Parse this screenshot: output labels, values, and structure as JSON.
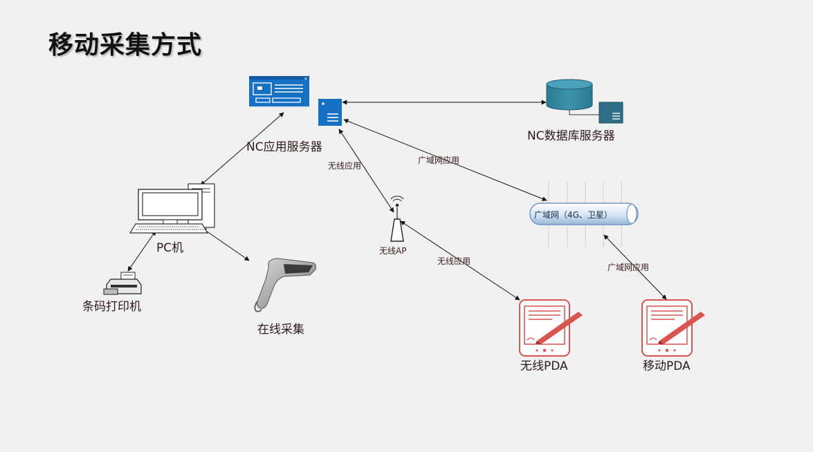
{
  "page_title": "移动采集方式",
  "nodes": {
    "nc_app_server": "NC应用服务器",
    "nc_db_server": "NC数据库服务器",
    "pc": "PC机",
    "barcode_printer": "条码打印机",
    "online_collect": "在线采集",
    "wireless_ap": "无线AP",
    "wan": "广域网（4G、卫星）",
    "wireless_pda": "无线PDA",
    "mobile_pda": "移动PDA"
  },
  "edge_labels": {
    "server_to_ap": "无线应用",
    "server_to_wan": "广域网应用",
    "ap_to_pda": "无线应用",
    "wan_to_pda": "广域网应用"
  },
  "colors": {
    "server_blue": "#1670c4",
    "db_teal": "#2f7f96",
    "pda_red": "#d9534f",
    "arrow": "#111111"
  },
  "icons": {
    "app_server": "server-window-icon",
    "db_server": "database-icon",
    "pc": "desktop-computer-icon",
    "printer": "printer-icon",
    "scanner": "barcode-scanner-icon",
    "ap": "wireless-ap-icon",
    "pda": "pda-tablet-icon"
  }
}
